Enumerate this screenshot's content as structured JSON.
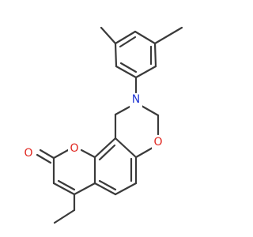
{
  "atoms": {
    "n_label": "N",
    "o_ring_label": "O",
    "o_pyranone_label": "O",
    "o_carbonyl_label": "O"
  },
  "colors": {
    "bond": "#3a3a3a",
    "oxygen": "#e0261f",
    "nitrogen": "#2338d4",
    "background": "#ffffff"
  }
}
